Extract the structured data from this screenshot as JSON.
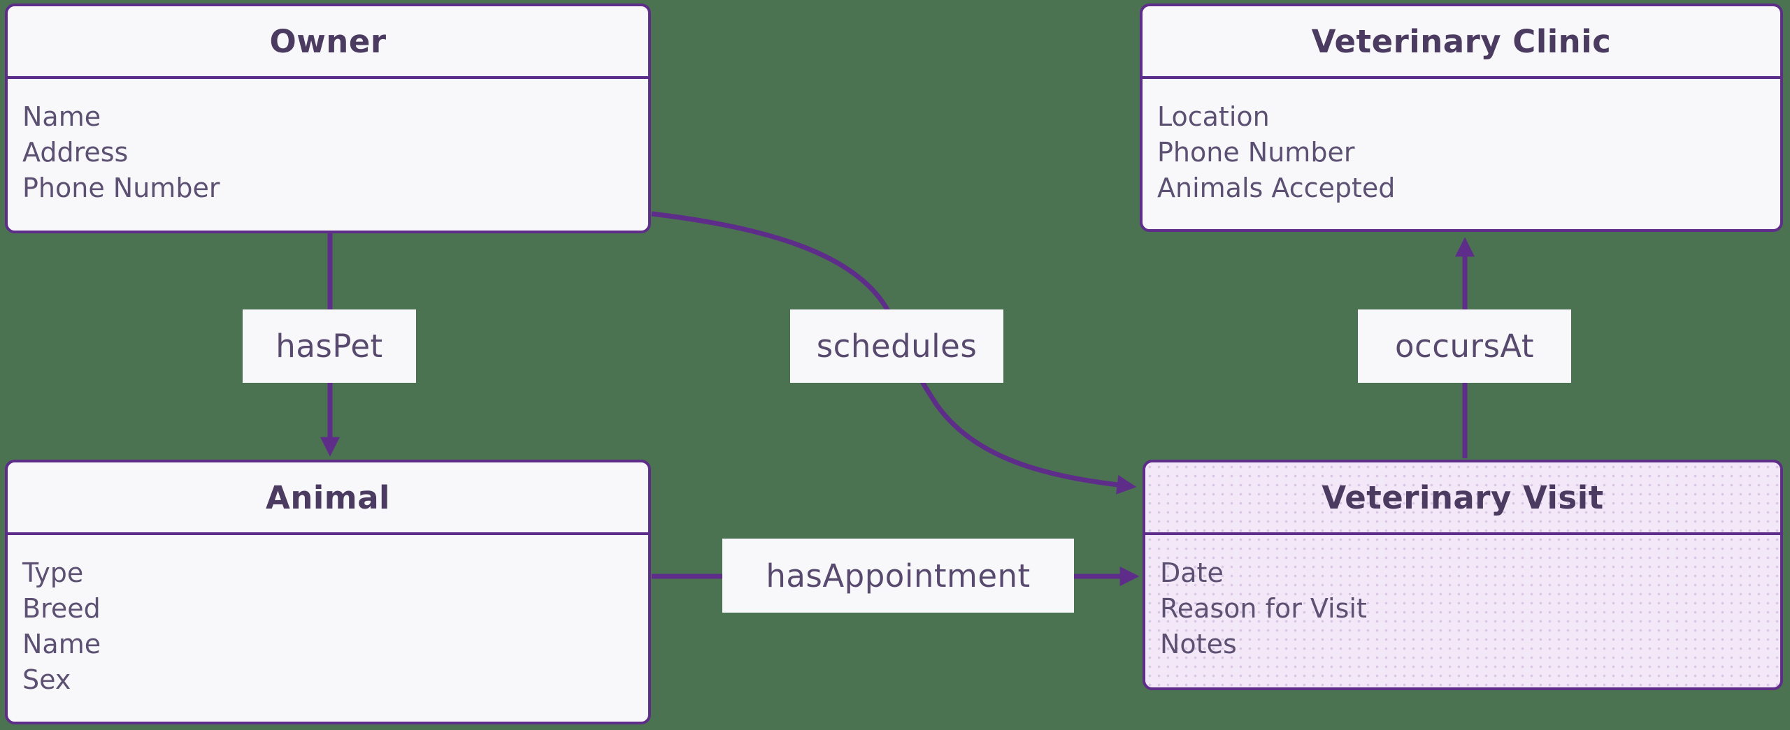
{
  "diagram": {
    "kind": "entity-relationship-diagram",
    "topic": "Veterinary clinic data model"
  },
  "colors": {
    "background_green": "#4b7351",
    "connector_purple": "#5e2d8a",
    "entity_border": "#5e2d8a",
    "entity_fill": "#f8f8fb",
    "visit_entity_fill": "#f3e8f7",
    "title_text": "#4b3b61",
    "attribute_text": "#5d5173",
    "label_bg": "#f8f8fa",
    "label_text": "#584a6e"
  },
  "entities": [
    {
      "id": "owner",
      "title": "Owner",
      "attributes": [
        "Name",
        "Address",
        "Phone Number"
      ]
    },
    {
      "id": "veterinary-clinic",
      "title": "Veterinary Clinic",
      "attributes": [
        "Location",
        "Phone Number",
        "Animals Accepted"
      ]
    },
    {
      "id": "animal",
      "title": "Animal",
      "attributes": [
        "Type",
        "Breed",
        "Name",
        "Sex"
      ]
    },
    {
      "id": "veterinary-visit",
      "title": "Veterinary Visit",
      "attributes": [
        "Date",
        "Reason for Visit",
        "Notes"
      ]
    }
  ],
  "relationships": [
    {
      "id": "hasPet",
      "label": "hasPet",
      "from": "Owner",
      "to": "Animal"
    },
    {
      "id": "schedules",
      "label": "schedules",
      "from": "Owner",
      "to": "Veterinary Visit"
    },
    {
      "id": "hasAppointment",
      "label": "hasAppointment",
      "from": "Animal",
      "to": "Veterinary Visit"
    },
    {
      "id": "occursAt",
      "label": "occursAt",
      "from": "Veterinary Visit",
      "to": "Veterinary Clinic"
    }
  ]
}
